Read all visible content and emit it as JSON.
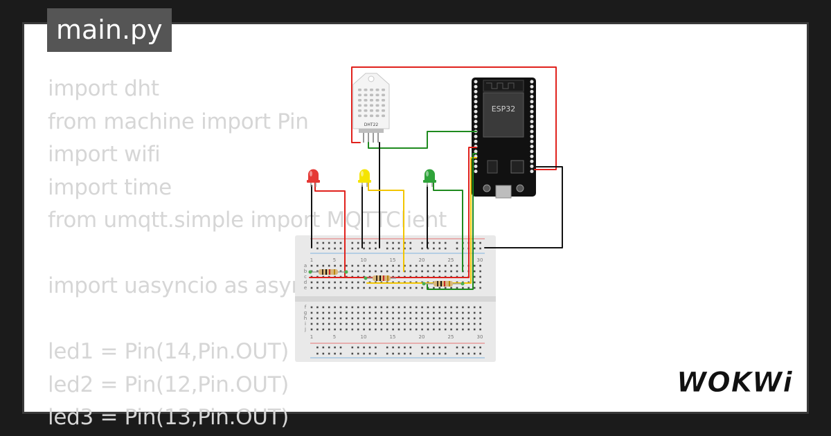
{
  "file_tab": {
    "label": "main.py"
  },
  "code_lines": [
    "import dht",
    "from machine import Pin",
    "import wifi",
    "import time",
    "from umqtt.simple import MQTTClient",
    "",
    "import uasyncio as asyncio",
    "",
    "led1 = Pin(14,Pin.OUT)",
    "led2 = Pin(12,Pin.OUT)",
    "led3 = Pin(13,Pin.OUT)"
  ],
  "circuit": {
    "sensor_label": "DHT22",
    "board_label": "ESP32",
    "leds": [
      {
        "color": "#e53935"
      },
      {
        "color": "#f5e400"
      },
      {
        "color": "#2fa33a"
      }
    ],
    "breadboard": {
      "column_numbers": [
        "1",
        "5",
        "10",
        "15",
        "20",
        "25",
        "30"
      ],
      "row_letters_top": [
        "a",
        "b",
        "c",
        "d",
        "e"
      ],
      "row_letters_bottom": [
        "f",
        "g",
        "h",
        "i",
        "j"
      ]
    },
    "wire_colors": {
      "power": "#e0211c",
      "ground": "#111111",
      "signal_green": "#1e8a1e",
      "signal_yellow": "#f2c500"
    }
  },
  "brand": {
    "name": "WOKWi"
  }
}
